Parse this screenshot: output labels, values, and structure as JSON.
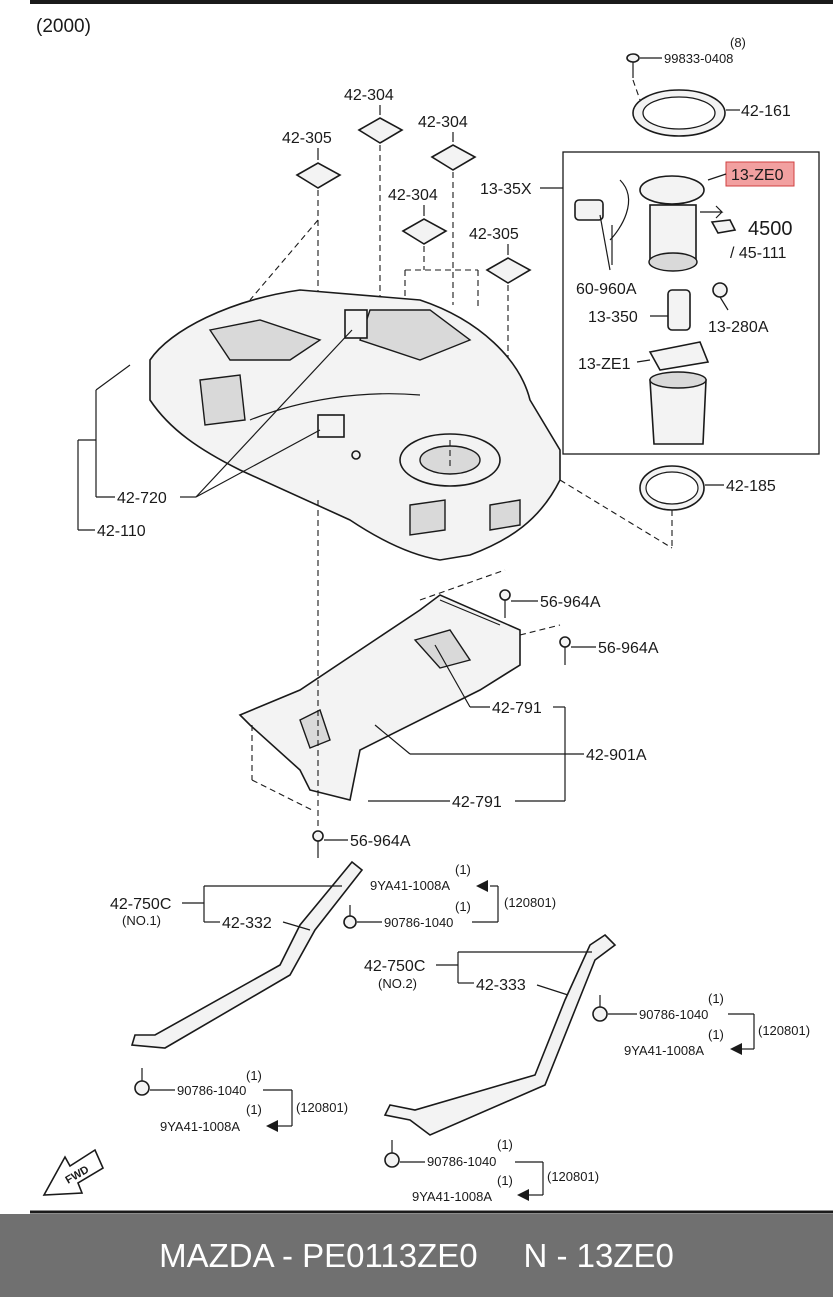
{
  "diagram": {
    "year_label": "(2000)",
    "labels": {
      "qty_8": "(8)",
      "p_99833_0408": "99833-0408",
      "p_42_161": "42-161",
      "p_42_304_a": "42-304",
      "p_42_304_b": "42-304",
      "p_42_304_c": "42-304",
      "p_42_305_a": "42-305",
      "p_42_305_b": "42-305",
      "p_13_35x": "13-35X",
      "p_13_ze0": "13-ZE0",
      "p_4500": "4500",
      "p_45_111": "/ 45-111",
      "p_60_960a": "60-960A",
      "p_13_350": "13-350",
      "p_13_280a": "13-280A",
      "p_13_ze1": "13-ZE1",
      "p_42_185": "42-185",
      "p_42_720": "42-720",
      "p_42_110": "42-110",
      "p_56_964a_a": "56-964A",
      "p_56_964a_b": "56-964A",
      "p_56_964a_c": "56-964A",
      "p_42_791_a": "42-791",
      "p_42_791_b": "42-791",
      "p_42_901a": "42-901A",
      "p_42_750c_1": "42-750C",
      "no_1": "(NO.1)",
      "p_42_332": "42-332",
      "q1_a": "(1)",
      "p_9ya41_a": "9YA41-1008A",
      "q1_b": "(1)",
      "p_90786_a": "90786-1040",
      "date_a": "(120801)",
      "p_42_750c_2": "42-750C",
      "no_2": "(NO.2)",
      "p_42_333": "42-333",
      "q1_c": "(1)",
      "p_90786_b": "90786-1040",
      "q1_d": "(1)",
      "p_9ya41_b": "9YA41-1008A",
      "date_b": "(120801)",
      "q1_e": "(1)",
      "p_90786_c": "90786-1040",
      "q1_f": "(1)",
      "p_9ya41_c": "9YA41-1008A",
      "date_c": "(120801)",
      "q1_g": "(1)",
      "p_90786_d": "90786-1040",
      "q1_h": "(1)",
      "p_9ya41_d": "9YA41-1008A",
      "date_d": "(120801)",
      "fwd": "FWD"
    },
    "highlight_color": "#f2a0a0"
  },
  "footer": {
    "text": "MAZDA - PE0113ZE0     N - 13ZE0",
    "background": "#707070"
  }
}
